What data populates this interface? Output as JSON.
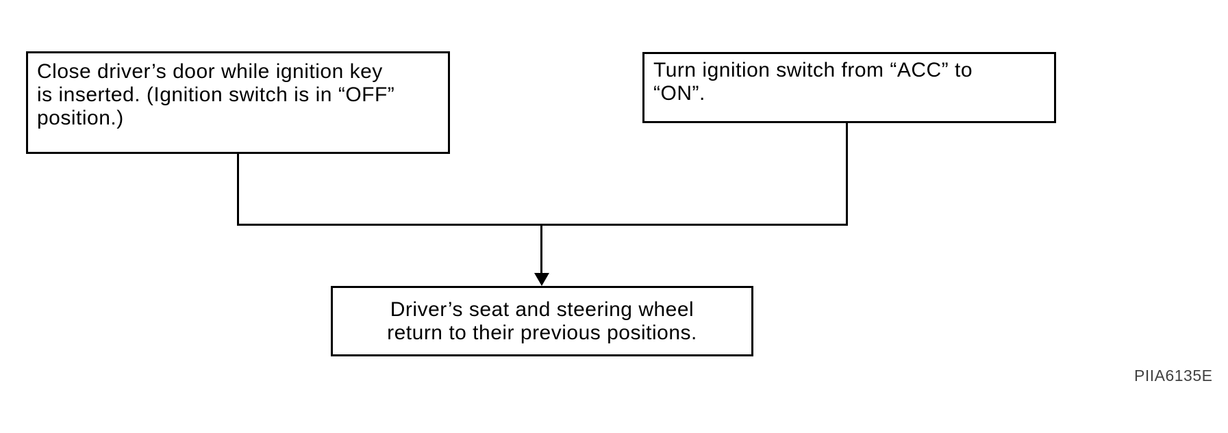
{
  "figure": {
    "id_label": "PIIA6135E",
    "boxes": {
      "close_door": {
        "lines": [
          "Close driver’s door while ignition key",
          "is inserted. (Ignition switch is in “OFF”",
          "position.)"
        ]
      },
      "ignition_on": {
        "lines": [
          "Turn ignition switch from “ACC” to",
          "“ON”."
        ]
      },
      "seat_return": {
        "lines": [
          "Driver’s seat and steering wheel",
          "return to their previous positions."
        ]
      }
    },
    "colors": {
      "line": "#000000",
      "background": "#ffffff",
      "label": "#414141"
    }
  }
}
